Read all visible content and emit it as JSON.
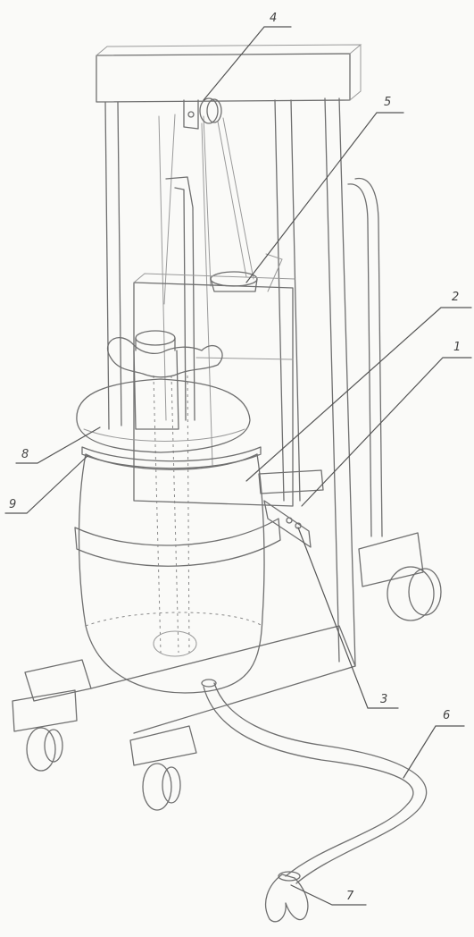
{
  "diagram": {
    "callouts": [
      {
        "id": "1",
        "label": "1"
      },
      {
        "id": "2",
        "label": "2"
      },
      {
        "id": "3",
        "label": "3"
      },
      {
        "id": "4",
        "label": "4"
      },
      {
        "id": "5",
        "label": "5"
      },
      {
        "id": "6",
        "label": "6"
      },
      {
        "id": "7",
        "label": "7"
      },
      {
        "id": "8",
        "label": "8"
      },
      {
        "id": "9",
        "label": "9"
      }
    ],
    "colors": {
      "paper": "#fafaf8",
      "pencil": "#6f6f6f",
      "leader": "#555555"
    }
  }
}
